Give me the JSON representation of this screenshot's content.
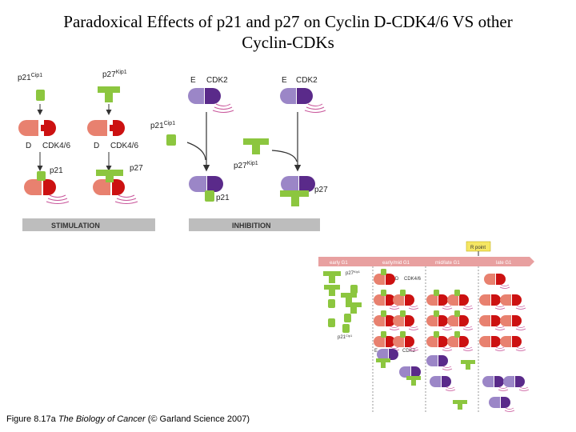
{
  "title": "Paradoxical Effects of p21 and p27 on Cyclin D-CDK4/6 VS other Cyclin-CDKs",
  "caption": {
    "prefix": "Figure 8.17a  ",
    "book": "The Biology of Cancer",
    "suffix": " (© Garland Science 2007)"
  },
  "labels": {
    "p21": "p21",
    "p21_sup": "Cip1",
    "p27": "p27",
    "p27_sup": "Kip1",
    "d": "D",
    "cdk46": "CDK4/6",
    "e": "E",
    "cdk2": "CDK2",
    "stimulation": "STIMULATION",
    "inhibition": "INHIBITION"
  },
  "timeline": {
    "r_point": "R point",
    "phases": [
      "early G1",
      "early/mid G1",
      "mid/late G1",
      "late G1"
    ],
    "p27": "p27",
    "p27_sup": "Kip1",
    "p21": "p21",
    "p21_sup": "Cip1",
    "d": "D",
    "cdk46": "CDK4/6",
    "e": "E",
    "cdk2": "CDK2"
  },
  "colors": {
    "cyclin_d": "#e8816f",
    "cdk46": "#cc1111",
    "cyclin_e": "#9b86c7",
    "cdk2": "#5a2a8a",
    "inhibitor": "#8cc63f",
    "substrate_lines": "#c8559a",
    "bar_gray": "#bdbdbd",
    "phase_bar": "#e8a0a0",
    "r_point_box": "#f5e663"
  }
}
